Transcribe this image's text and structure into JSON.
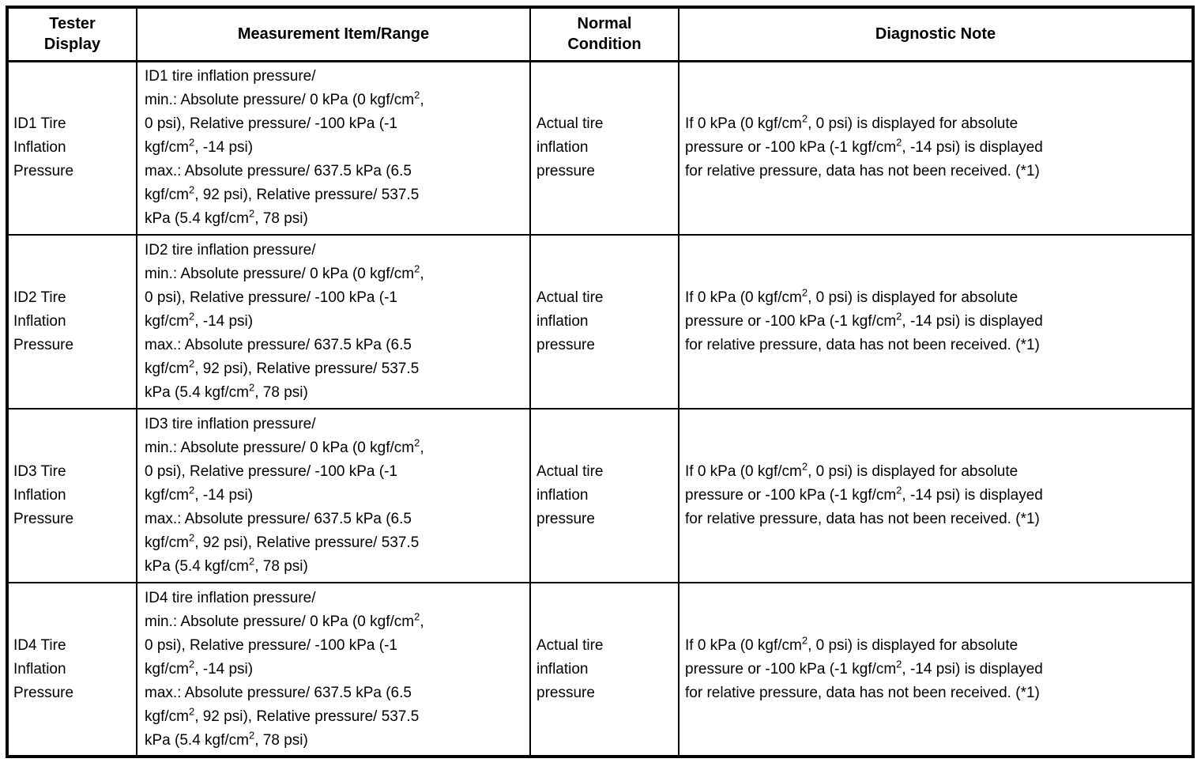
{
  "document": {
    "type": "diagnostic-data-table",
    "colors": {
      "text": "#000000",
      "border": "#000000",
      "background": "#ffffff"
    }
  },
  "header": {
    "tester_display": "Tester Display",
    "measurement_item_range": "Measurement Item/Range",
    "normal_condition": "Normal Condition",
    "diagnostic_note": "Diagnostic Note"
  },
  "rows": [
    {
      "tester_display": "ID1 Tire Inflation Pressure",
      "measurement_lines": [
        "ID1 tire inflation pressure/",
        "min.: Absolute pressure/ 0 kPa (0 kgf/cm^2,",
        "0 psi), Relative pressure/ -100 kPa (-1",
        "kgf/cm^2, -14 psi)",
        "max.: Absolute pressure/ 637.5 kPa (6.5",
        "kgf/cm^2, 92 psi), Relative pressure/ 537.5",
        "kPa (5.4 kgf/cm^2, 78 psi)"
      ],
      "normal_condition": "Actual tire inflation pressure",
      "diagnostic_note_lines": [
        "If 0 kPa (0 kgf/cm^2, 0 psi) is displayed for absolute",
        "pressure or -100 kPa (-1 kgf/cm^2, -14 psi) is displayed",
        "for relative pressure, data has not been received. (*1)"
      ]
    },
    {
      "tester_display": "ID2 Tire Inflation Pressure",
      "measurement_lines": [
        "ID2 tire inflation pressure/",
        "min.: Absolute pressure/ 0 kPa (0 kgf/cm^2,",
        "0 psi), Relative pressure/ -100 kPa (-1",
        "kgf/cm^2, -14 psi)",
        "max.: Absolute pressure/ 637.5 kPa (6.5",
        "kgf/cm^2, 92 psi), Relative pressure/ 537.5",
        "kPa (5.4 kgf/cm^2, 78 psi)"
      ],
      "normal_condition": "Actual tire inflation pressure",
      "diagnostic_note_lines": [
        "If 0 kPa (0 kgf/cm^2, 0 psi) is displayed for absolute",
        "pressure or -100 kPa (-1 kgf/cm^2, -14 psi) is displayed",
        "for relative pressure, data has not been received. (*1)"
      ]
    },
    {
      "tester_display": "ID3 Tire Inflation Pressure",
      "measurement_lines": [
        "ID3 tire inflation pressure/",
        "min.: Absolute pressure/ 0 kPa (0 kgf/cm^2,",
        "0 psi), Relative pressure/ -100 kPa (-1",
        "kgf/cm^2, -14 psi)",
        "max.: Absolute pressure/ 637.5 kPa (6.5",
        "kgf/cm^2, 92 psi), Relative pressure/ 537.5",
        "kPa (5.4 kgf/cm^2, 78 psi)"
      ],
      "normal_condition": "Actual tire inflation pressure",
      "diagnostic_note_lines": [
        "If 0 kPa (0 kgf/cm^2, 0 psi) is displayed for absolute",
        "pressure or -100 kPa (-1 kgf/cm^2, -14 psi) is displayed",
        "for relative pressure, data has not been received. (*1)"
      ]
    },
    {
      "tester_display": "ID4 Tire Inflation Pressure",
      "measurement_lines": [
        "ID4 tire inflation pressure/",
        "min.: Absolute pressure/ 0 kPa (0 kgf/cm^2,",
        "0 psi), Relative pressure/ -100 kPa (-1",
        "kgf/cm^2, -14 psi)",
        "max.: Absolute pressure/ 637.5 kPa (6.5",
        "kgf/cm^2, 92 psi), Relative pressure/ 537.5",
        "kPa (5.4 kgf/cm^2, 78 psi)"
      ],
      "normal_condition": "Actual tire inflation pressure",
      "diagnostic_note_lines": [
        "If 0 kPa (0 kgf/cm^2, 0 psi) is displayed for absolute",
        "pressure or -100 kPa (-1 kgf/cm^2, -14 psi) is displayed",
        "for relative pressure, data has not been received. (*1)"
      ]
    }
  ]
}
